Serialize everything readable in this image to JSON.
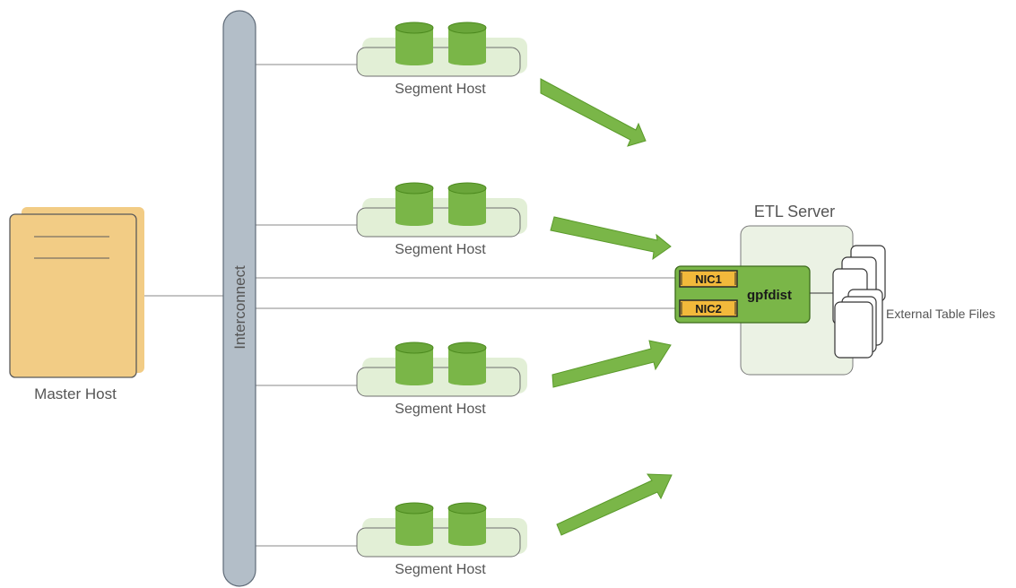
{
  "interconnect": {
    "label": "Interconnect"
  },
  "master": {
    "label": "Master Host"
  },
  "segments": [
    {
      "label": "Segment Host"
    },
    {
      "label": "Segment Host"
    },
    {
      "label": "Segment Host"
    },
    {
      "label": "Segment Host"
    }
  ],
  "etl": {
    "label": "ETL Server",
    "process": "gpfdist",
    "nics": [
      "NIC1",
      "NIC2"
    ]
  },
  "files": {
    "label": "External Table Files"
  },
  "colors": {
    "green": "#7ab648",
    "green_light": "#e2efd6",
    "disk_dark": "#4c8a1e",
    "master_fill": "#f2cc85",
    "interconnect_fill": "#b3bec8",
    "etl_box": "#ebf2e4",
    "nic_fill": "#f2b93b"
  }
}
